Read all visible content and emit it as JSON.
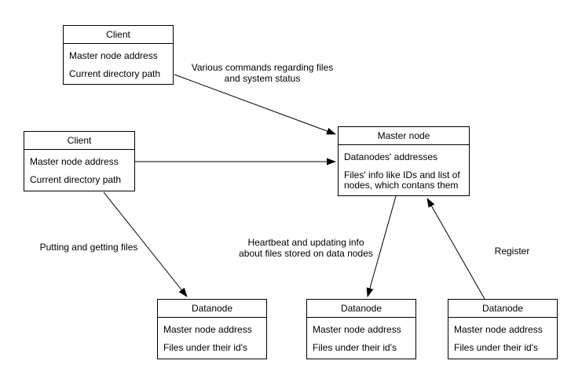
{
  "diagram": {
    "background_color": "#ffffff",
    "line_color": "#000000",
    "text_color": "#000000",
    "nodes": {
      "client_top": {
        "title": "Client",
        "rows": [
          "Master node address",
          "Current directory path"
        ]
      },
      "client_left": {
        "title": "Client",
        "rows": [
          "Master node address",
          "Current directory path"
        ]
      },
      "master": {
        "title": "Master node",
        "rows": [
          "Datanodes' addresses",
          "Files' info like IDs and list of\nnodes, which contans them"
        ]
      },
      "datanode_1": {
        "title": "Datanode",
        "rows": [
          "Master node address",
          "Files under their id's"
        ]
      },
      "datanode_2": {
        "title": "Datanode",
        "rows": [
          "Master node address",
          "Files under their id's"
        ]
      },
      "datanode_3": {
        "title": "Datanode",
        "rows": [
          "Master node address",
          "Files under their id's"
        ]
      }
    },
    "edge_labels": {
      "commands": "Various commands regarding files\nand system status",
      "put_get": "Putting and getting files",
      "heartbeat": "Heartbeat and updating info\nabout files stored on data nodes",
      "register": "Register"
    }
  }
}
